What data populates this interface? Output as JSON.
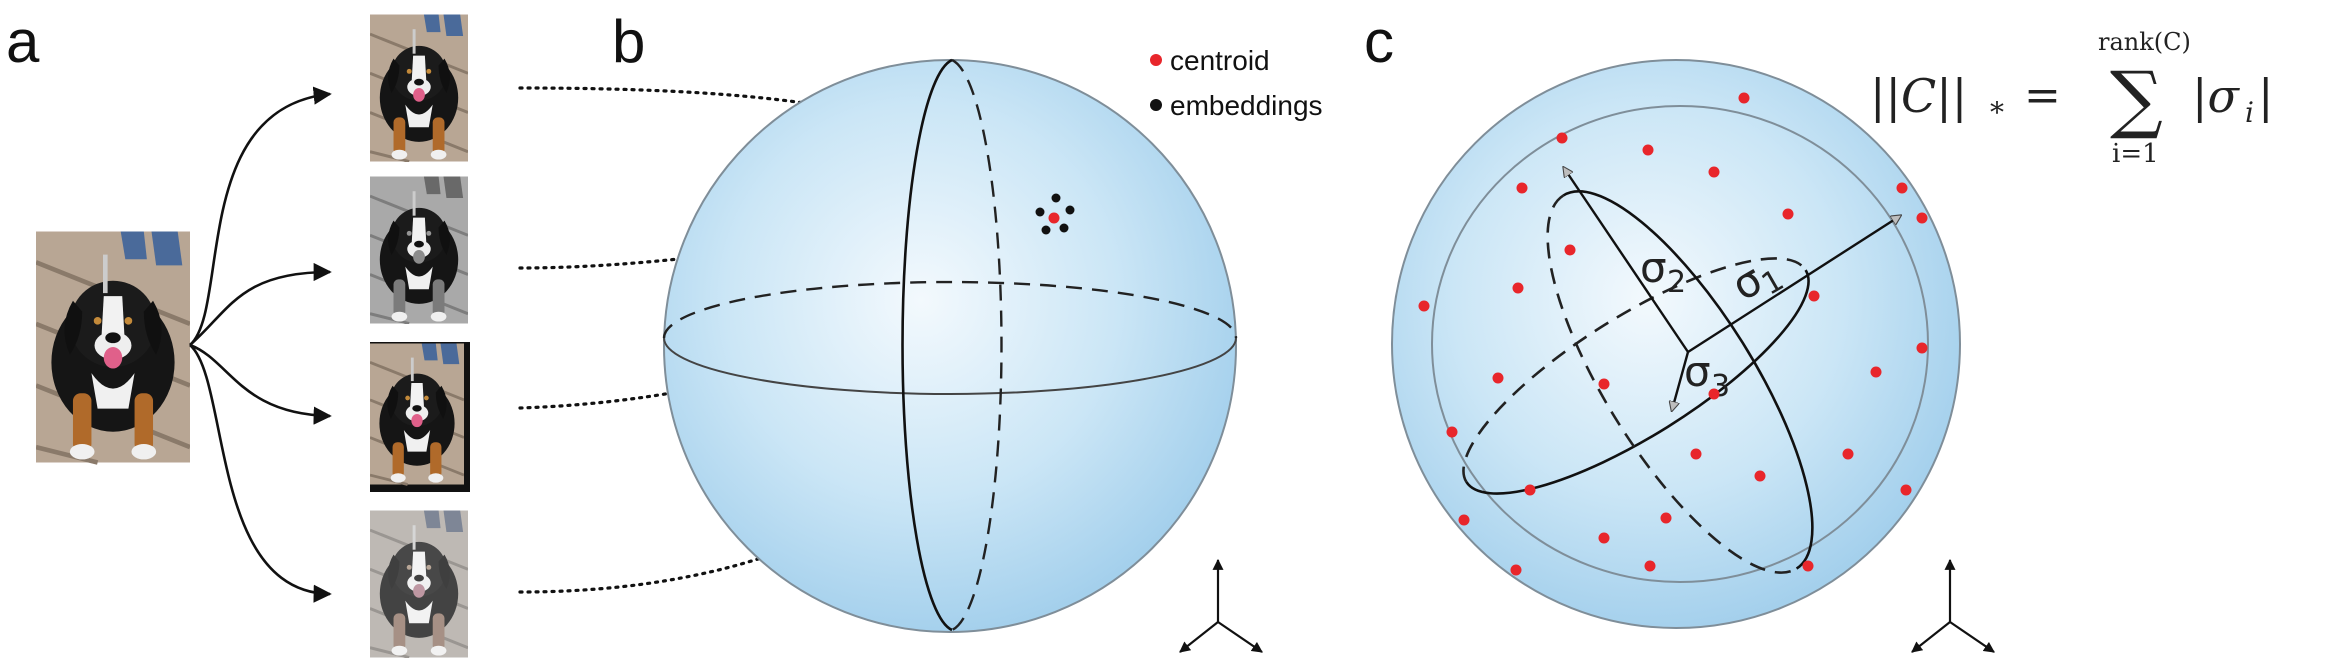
{
  "panels": {
    "a": {
      "letter": "a",
      "num_augmentations": 4
    },
    "b": {
      "letter": "b",
      "legend": [
        {
          "label": "centroid",
          "color": "#e8262b"
        },
        {
          "label": "embeddings",
          "color": "#111111"
        }
      ]
    },
    "c": {
      "letter": "c",
      "sigma_labels": [
        {
          "base": "σ",
          "sub": "2"
        },
        {
          "base": "σ",
          "sub": "1"
        },
        {
          "base": "σ",
          "sub": "3"
        }
      ],
      "equation": {
        "lhs": "||C||",
        "lhs_sub": "*",
        "equals": "=",
        "sum_symbol": "∑",
        "upper": "rank(C)",
        "lower": "i=1",
        "term": "|σ",
        "term_sub": "i",
        "term_close": "|"
      }
    }
  },
  "colors": {
    "sphere_light": "#eaf5fc",
    "sphere_dark": "#a9d3ee",
    "sphere_edge": "#7a8a96",
    "point_red": "#e8262b",
    "point_black": "#111111",
    "arrow_gray": "#b5b5b5"
  }
}
